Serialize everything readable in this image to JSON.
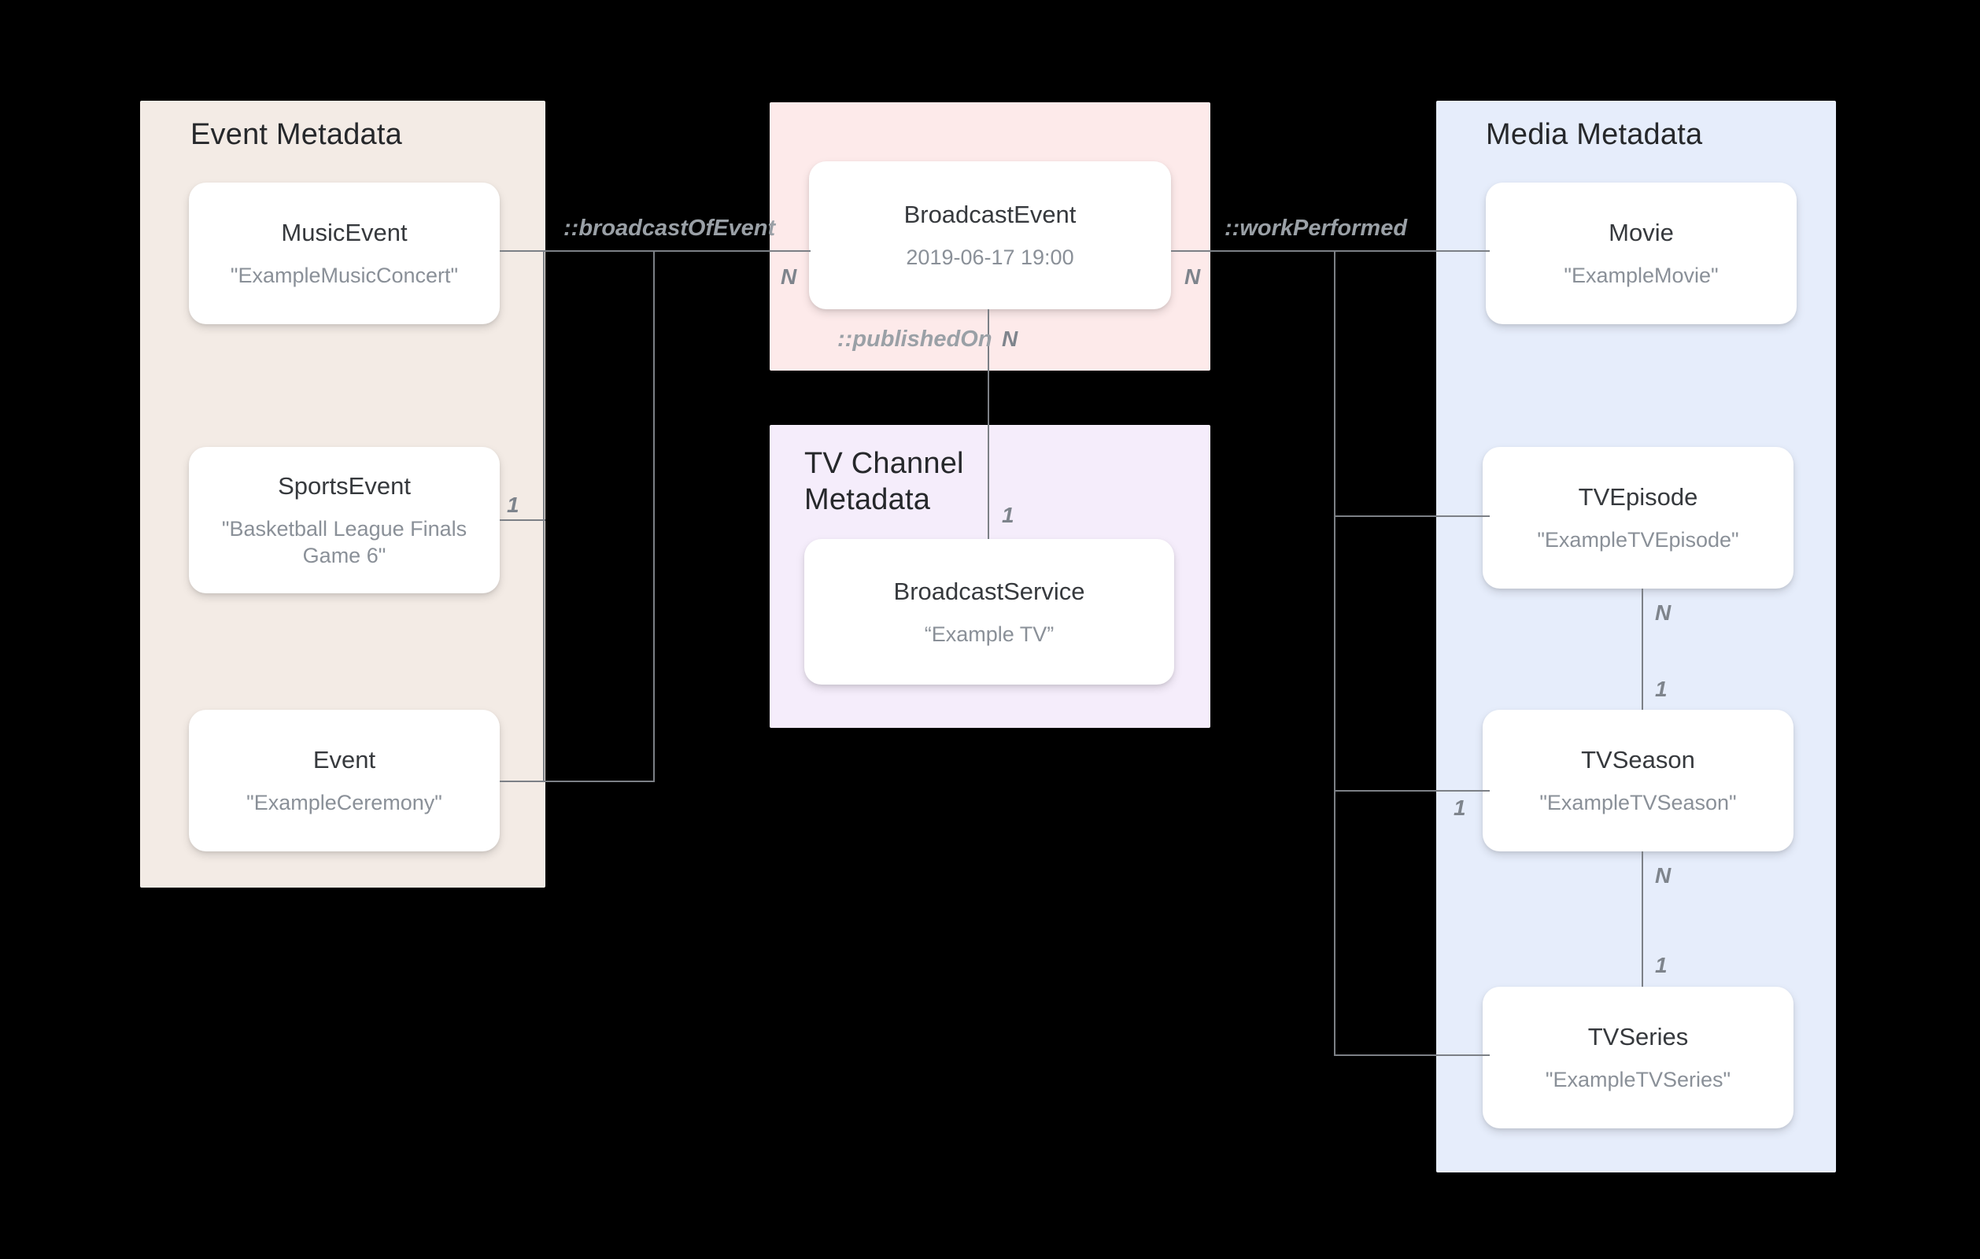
{
  "diagram": {
    "title": "Broadcast / Media metadata entity relationship diagram",
    "background": "#000000",
    "groups": [
      {
        "id": "event-metadata",
        "title": "Event Metadata",
        "color": "#f3ebe5",
        "nodes": [
          {
            "id": "music-event",
            "type": "MusicEvent",
            "value": "\"ExampleMusicConcert\""
          },
          {
            "id": "sports-event",
            "type": "SportsEvent",
            "value": "\"Basketball League Finals Game 6\""
          },
          {
            "id": "event",
            "type": "Event",
            "value": "\"ExampleCeremony\""
          }
        ]
      },
      {
        "id": "broadcast-event-group",
        "title": "",
        "color": "#fdeaea",
        "nodes": [
          {
            "id": "broadcast-event",
            "type": "BroadcastEvent",
            "value": "2019-06-17 19:00"
          }
        ]
      },
      {
        "id": "tv-channel-metadata",
        "title": "TV Channel\nMetadata",
        "color": "#f5edfb",
        "nodes": [
          {
            "id": "broadcast-service",
            "type": "BroadcastService",
            "value": "“Example TV”"
          }
        ]
      },
      {
        "id": "media-metadata",
        "title": "Media Metadata",
        "color": "#e6edfb",
        "nodes": [
          {
            "id": "movie",
            "type": "Movie",
            "value": "\"ExampleMovie\""
          },
          {
            "id": "tv-episode",
            "type": "TVEpisode",
            "value": "\"ExampleTVEpisode\""
          },
          {
            "id": "tv-season",
            "type": "TVSeason",
            "value": "\"ExampleTVSeason\""
          },
          {
            "id": "tv-series",
            "type": "TVSeries",
            "value": "\"ExampleTVSeries\""
          }
        ]
      }
    ],
    "relations": [
      {
        "id": "broadcast-of-event",
        "label": "::broadcastOfEvent",
        "from": "event-metadata",
        "to": "broadcast-event"
      },
      {
        "id": "work-performed",
        "label": "::workPerformed",
        "from": "broadcast-event",
        "to": "media-metadata"
      },
      {
        "id": "published-on",
        "label": "::publishedOn",
        "from": "broadcast-event",
        "to": "broadcast-service"
      }
    ],
    "cardinalities": {
      "broadcast_event_left": "N",
      "broadcast_event_right": "N",
      "broadcast_event_bottom": "N",
      "sports_event_right": "1",
      "broadcast_service_top": "1",
      "tv_episode_bottom": "N",
      "tv_season_top": "1",
      "tv_season_left": "1",
      "tv_season_bottom": "N",
      "tv_series_top": "1"
    }
  }
}
